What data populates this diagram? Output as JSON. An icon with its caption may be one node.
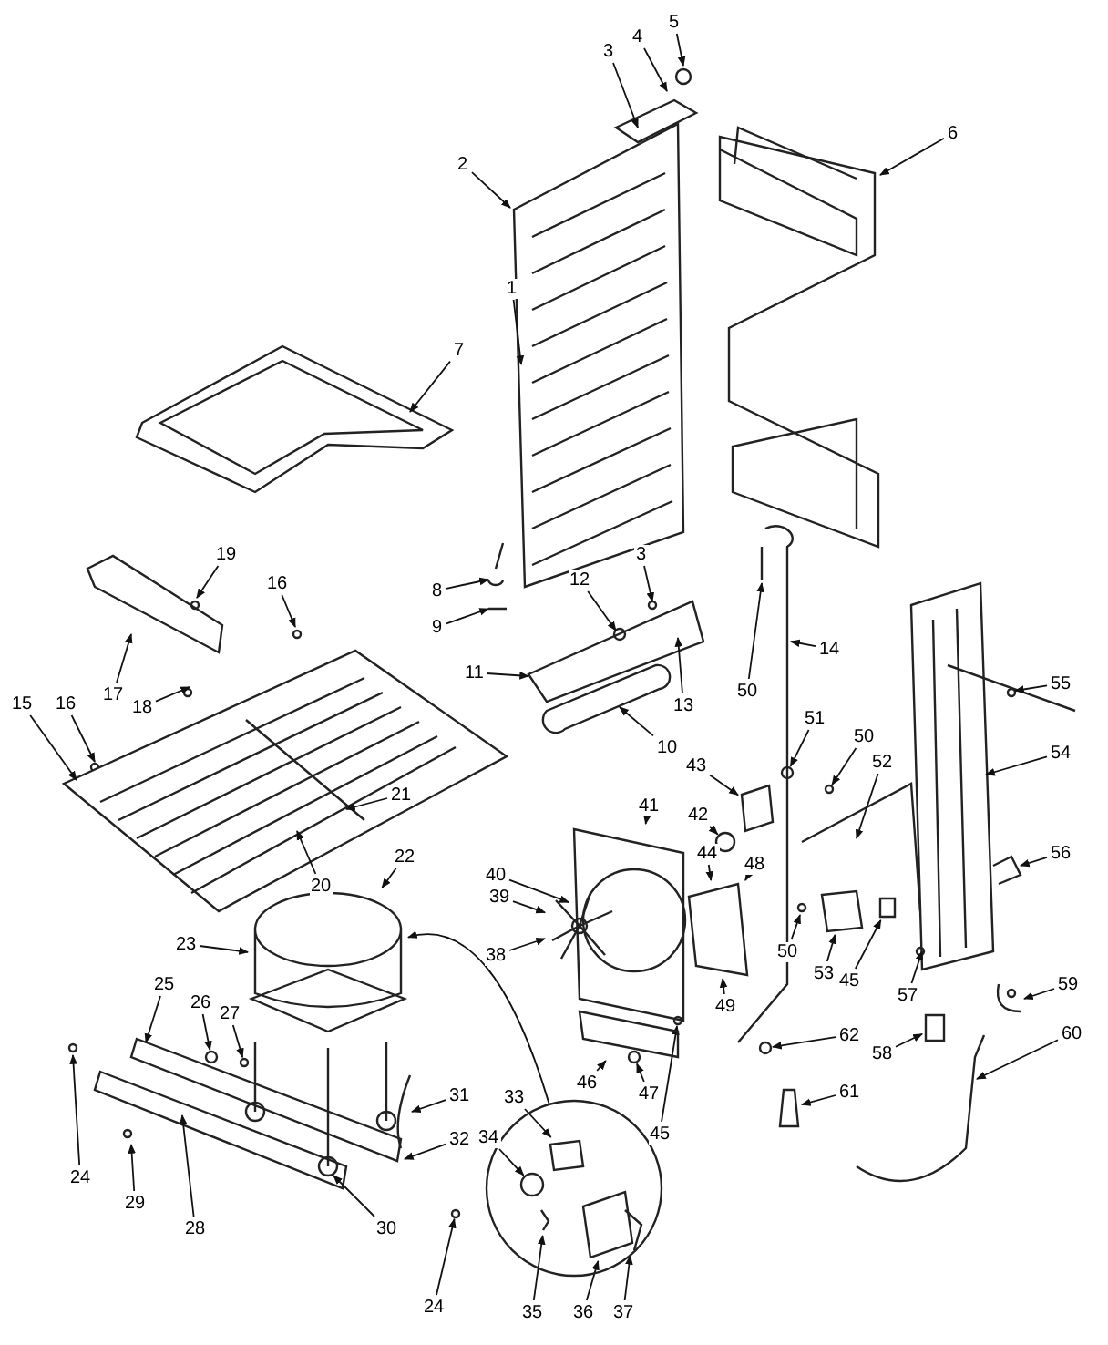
{
  "diagram": {
    "nodes": [
      {
        "text": [
          "5"
        ]
      },
      {
        "text": [
          "4"
        ]
      },
      {
        "text": [
          "3"
        ]
      },
      {
        "text": [
          "6"
        ]
      },
      {
        "text": [
          "2"
        ]
      },
      {
        "text": [
          "1"
        ]
      },
      {
        "text": [
          "7"
        ]
      },
      {
        "text": [
          "8"
        ]
      },
      {
        "text": [
          "9"
        ]
      },
      {
        "text": [
          "12"
        ]
      },
      {
        "text": [
          "3"
        ]
      },
      {
        "text": [
          "19"
        ]
      },
      {
        "text": [
          "16"
        ]
      },
      {
        "text": [
          "14"
        ]
      },
      {
        "text": [
          "55"
        ]
      },
      {
        "text": [
          "13"
        ]
      },
      {
        "text": [
          "11"
        ]
      },
      {
        "text": [
          "10"
        ]
      },
      {
        "text": [
          "17"
        ]
      },
      {
        "text": [
          "18"
        ]
      },
      {
        "text": [
          "15"
        ]
      },
      {
        "text": [
          "16"
        ]
      },
      {
        "text": [
          "50"
        ]
      },
      {
        "text": [
          "51"
        ]
      },
      {
        "text": [
          "50"
        ]
      },
      {
        "text": [
          "52"
        ]
      },
      {
        "text": [
          "54"
        ]
      },
      {
        "text": [
          "43"
        ]
      },
      {
        "text": [
          "42"
        ]
      },
      {
        "text": [
          "21"
        ]
      },
      {
        "text": [
          "20"
        ]
      },
      {
        "text": [
          "22"
        ]
      },
      {
        "text": [
          "41"
        ]
      },
      {
        "text": [
          "40"
        ]
      },
      {
        "text": [
          "44"
        ]
      },
      {
        "text": [
          "48"
        ]
      },
      {
        "text": [
          "56"
        ]
      },
      {
        "text": [
          "39"
        ]
      },
      {
        "text": [
          "38"
        ]
      },
      {
        "text": [
          "23"
        ]
      },
      {
        "text": [
          "50"
        ]
      },
      {
        "text": [
          "53"
        ]
      },
      {
        "text": [
          "45"
        ]
      },
      {
        "text": [
          "49"
        ]
      },
      {
        "text": [
          "57"
        ]
      },
      {
        "text": [
          "59"
        ]
      },
      {
        "text": [
          "26"
        ]
      },
      {
        "text": [
          "27"
        ]
      },
      {
        "text": [
          "25"
        ]
      },
      {
        "text": [
          "46"
        ]
      },
      {
        "text": [
          "47"
        ]
      },
      {
        "text": [
          "45"
        ]
      },
      {
        "text": [
          "62"
        ]
      },
      {
        "text": [
          "58"
        ]
      },
      {
        "text": [
          "60"
        ]
      },
      {
        "text": [
          "31"
        ]
      },
      {
        "text": [
          "33"
        ]
      },
      {
        "text": [
          "34"
        ]
      },
      {
        "text": [
          "32"
        ]
      },
      {
        "text": [
          "24"
        ]
      },
      {
        "text": [
          "29"
        ]
      },
      {
        "text": [
          "28"
        ]
      },
      {
        "text": [
          "30"
        ]
      },
      {
        "text": [
          "61"
        ]
      },
      {
        "text": [
          "24"
        ]
      },
      {
        "text": [
          "35"
        ]
      },
      {
        "text": [
          "36"
        ]
      },
      {
        "text": [
          "37"
        ]
      },
      {
        "text": [],
        "shape": "circle"
      },
      {
        "text": [],
        "shape": "circle"
      },
      {
        "text": [],
        "shape": "box"
      },
      {
        "text": [],
        "shape": "circle"
      },
      {
        "text": [],
        "shape": "picture"
      },
      {
        "text": [],
        "shape": "picture"
      },
      {
        "text": [],
        "shape": "circle"
      },
      {
        "text": [],
        "shape": "circle"
      },
      {
        "text": [],
        "shape": "circle"
      },
      {
        "text": [],
        "shape": "box"
      },
      {
        "text": [],
        "shape": "circle"
      },
      {
        "text": [],
        "shape": "box",
        "in": 68
      },
      {
        "text": [],
        "shape": "circle",
        "in": 68
      },
      {
        "text": [],
        "shape": "picture",
        "in": 68
      },
      {
        "text": [],
        "shape": "box",
        "in": 68
      },
      {
        "text": [],
        "shape": "picture",
        "in": 68
      },
      {
        "text": [],
        "shape": "box"
      },
      {
        "text": [],
        "shape": "picture"
      },
      {
        "text": [],
        "shape": "box"
      },
      {
        "text": [],
        "shape": "box"
      },
      {
        "text": [],
        "shape": "circle"
      },
      {
        "text": [],
        "shape": "circle"
      },
      {
        "text": [],
        "shape": "box"
      },
      {
        "text": [],
        "shape": "circle"
      },
      {
        "text": [],
        "shape": "box"
      }
    ],
    "edges": [
      {
        "from": 0,
        "to": null,
        "arrow": "to"
      },
      {
        "from": 1,
        "to": null,
        "arrow": "to"
      },
      {
        "from": 2,
        "to": null,
        "arrow": "to"
      },
      {
        "from": 3,
        "to": null,
        "arrow": "to"
      },
      {
        "from": 4,
        "to": null,
        "arrow": "to"
      },
      {
        "from": 5,
        "to": null,
        "arrow": "to"
      },
      {
        "from": 6,
        "to": null,
        "arrow": "to"
      },
      {
        "from": 7,
        "to": null,
        "arrow": "to"
      },
      {
        "from": 8,
        "to": null,
        "arrow": "to"
      },
      {
        "from": 9,
        "to": null,
        "arrow": "to"
      },
      {
        "from": 10,
        "to": null,
        "arrow": "to"
      },
      {
        "from": 11,
        "to": null,
        "arrow": "to"
      },
      {
        "from": 12,
        "to": null,
        "arrow": "to"
      },
      {
        "from": 13,
        "to": null,
        "arrow": "to"
      },
      {
        "from": 14,
        "to": null,
        "arrow": "to"
      },
      {
        "from": 15,
        "to": null,
        "arrow": "to"
      },
      {
        "from": 16,
        "to": null,
        "arrow": "to"
      },
      {
        "from": 17,
        "to": null,
        "arrow": "to"
      },
      {
        "from": 18,
        "to": null,
        "arrow": "to"
      },
      {
        "from": 19,
        "to": null,
        "arrow": "to"
      },
      {
        "from": 20,
        "to": null,
        "arrow": "to"
      },
      {
        "from": 21,
        "to": null,
        "arrow": "to"
      },
      {
        "from": 22,
        "to": null,
        "arrow": "to"
      },
      {
        "from": 23,
        "to": 89,
        "arrow": "to"
      },
      {
        "from": 24,
        "to": 69,
        "arrow": "to"
      },
      {
        "from": 25,
        "to": null,
        "arrow": "to"
      },
      {
        "from": 26,
        "to": null,
        "arrow": "to"
      },
      {
        "from": 27,
        "to": 70,
        "arrow": "to"
      },
      {
        "from": 28,
        "to": 71,
        "arrow": "to"
      },
      {
        "from": 29,
        "to": null,
        "arrow": "to"
      },
      {
        "from": 30,
        "to": null,
        "arrow": "to"
      },
      {
        "from": 31,
        "to": 73,
        "arrow": "to"
      },
      {
        "from": 32,
        "to": 72,
        "arrow": "to"
      },
      {
        "from": 33,
        "to": 72,
        "arrow": "to"
      },
      {
        "from": 34,
        "to": 86,
        "arrow": "to"
      },
      {
        "from": 35,
        "to": 86,
        "arrow": "to"
      },
      {
        "from": 36,
        "to": null,
        "arrow": "to"
      },
      {
        "from": 37,
        "to": 85,
        "arrow": "to"
      },
      {
        "from": 38,
        "to": 85,
        "arrow": "to"
      },
      {
        "from": 39,
        "to": 73,
        "arrow": "to"
      },
      {
        "from": 40,
        "to": null,
        "arrow": "to"
      },
      {
        "from": 41,
        "to": 84,
        "arrow": "to"
      },
      {
        "from": 42,
        "to": 90,
        "arrow": "to"
      },
      {
        "from": 43,
        "to": 86,
        "arrow": "to"
      },
      {
        "from": 44,
        "to": null,
        "arrow": "to"
      },
      {
        "from": 45,
        "to": null,
        "arrow": "to"
      },
      {
        "from": 46,
        "to": 74,
        "arrow": "to"
      },
      {
        "from": 47,
        "to": 88,
        "arrow": "to"
      },
      {
        "from": 48,
        "to": null,
        "arrow": "to"
      },
      {
        "from": 49,
        "to": 87,
        "arrow": "to"
      },
      {
        "from": 50,
        "to": 91,
        "arrow": "to"
      },
      {
        "from": 51,
        "to": 75,
        "arrow": "to"
      },
      {
        "from": 52,
        "to": 76,
        "arrow": "to"
      },
      {
        "from": 53,
        "to": 77,
        "arrow": "to"
      },
      {
        "from": 54,
        "to": null,
        "arrow": "to"
      },
      {
        "from": 55,
        "to": null,
        "arrow": "to"
      },
      {
        "from": 56,
        "to": 79,
        "arrow": "to"
      },
      {
        "from": 57,
        "to": 80,
        "arrow": "to"
      },
      {
        "from": 58,
        "to": null,
        "arrow": "to"
      },
      {
        "from": 59,
        "to": null,
        "arrow": "to"
      },
      {
        "from": 60,
        "to": null,
        "arrow": "to"
      },
      {
        "from": 61,
        "to": null,
        "arrow": "to"
      },
      {
        "from": 62,
        "to": null,
        "arrow": "to"
      },
      {
        "from": 63,
        "to": 92,
        "arrow": "to"
      },
      {
        "from": 64,
        "to": 78,
        "arrow": "to"
      },
      {
        "from": 65,
        "to": 81,
        "arrow": "to"
      },
      {
        "from": 66,
        "to": 82,
        "arrow": "to"
      },
      {
        "from": 67,
        "to": 83,
        "arrow": "to"
      },
      {
        "from": 68,
        "to": 73,
        "arrow": "to"
      }
    ]
  }
}
